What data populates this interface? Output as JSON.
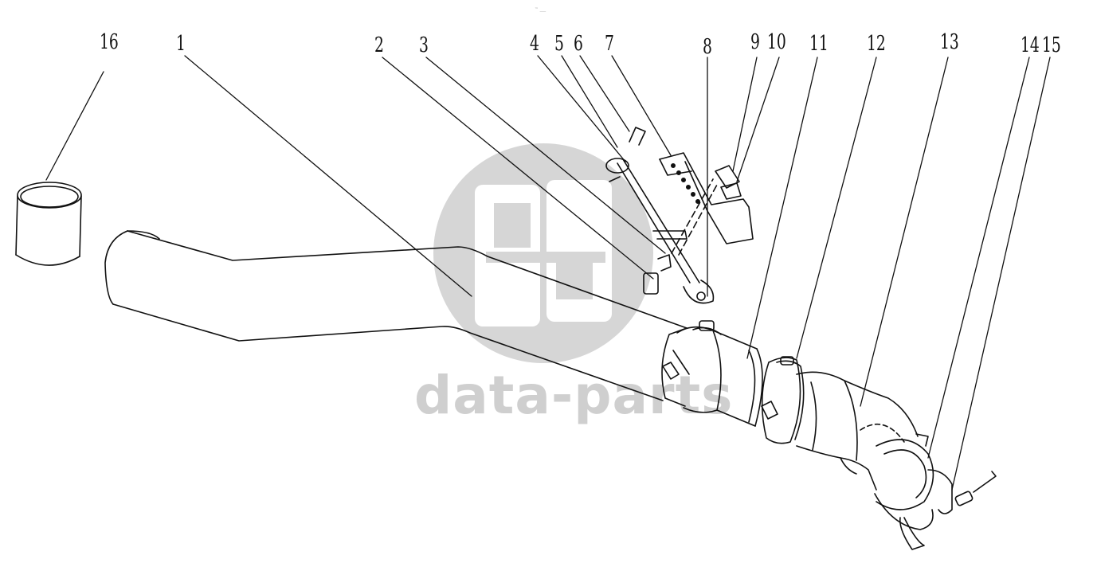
{
  "watermark": {
    "text": "data-parts"
  },
  "tiny_mark": "™ ___",
  "callouts": [
    "16",
    "1",
    "2",
    "3",
    "4",
    "5",
    "6",
    "7",
    "8",
    "9",
    "10",
    "11",
    "12",
    "13",
    "14",
    "15"
  ]
}
